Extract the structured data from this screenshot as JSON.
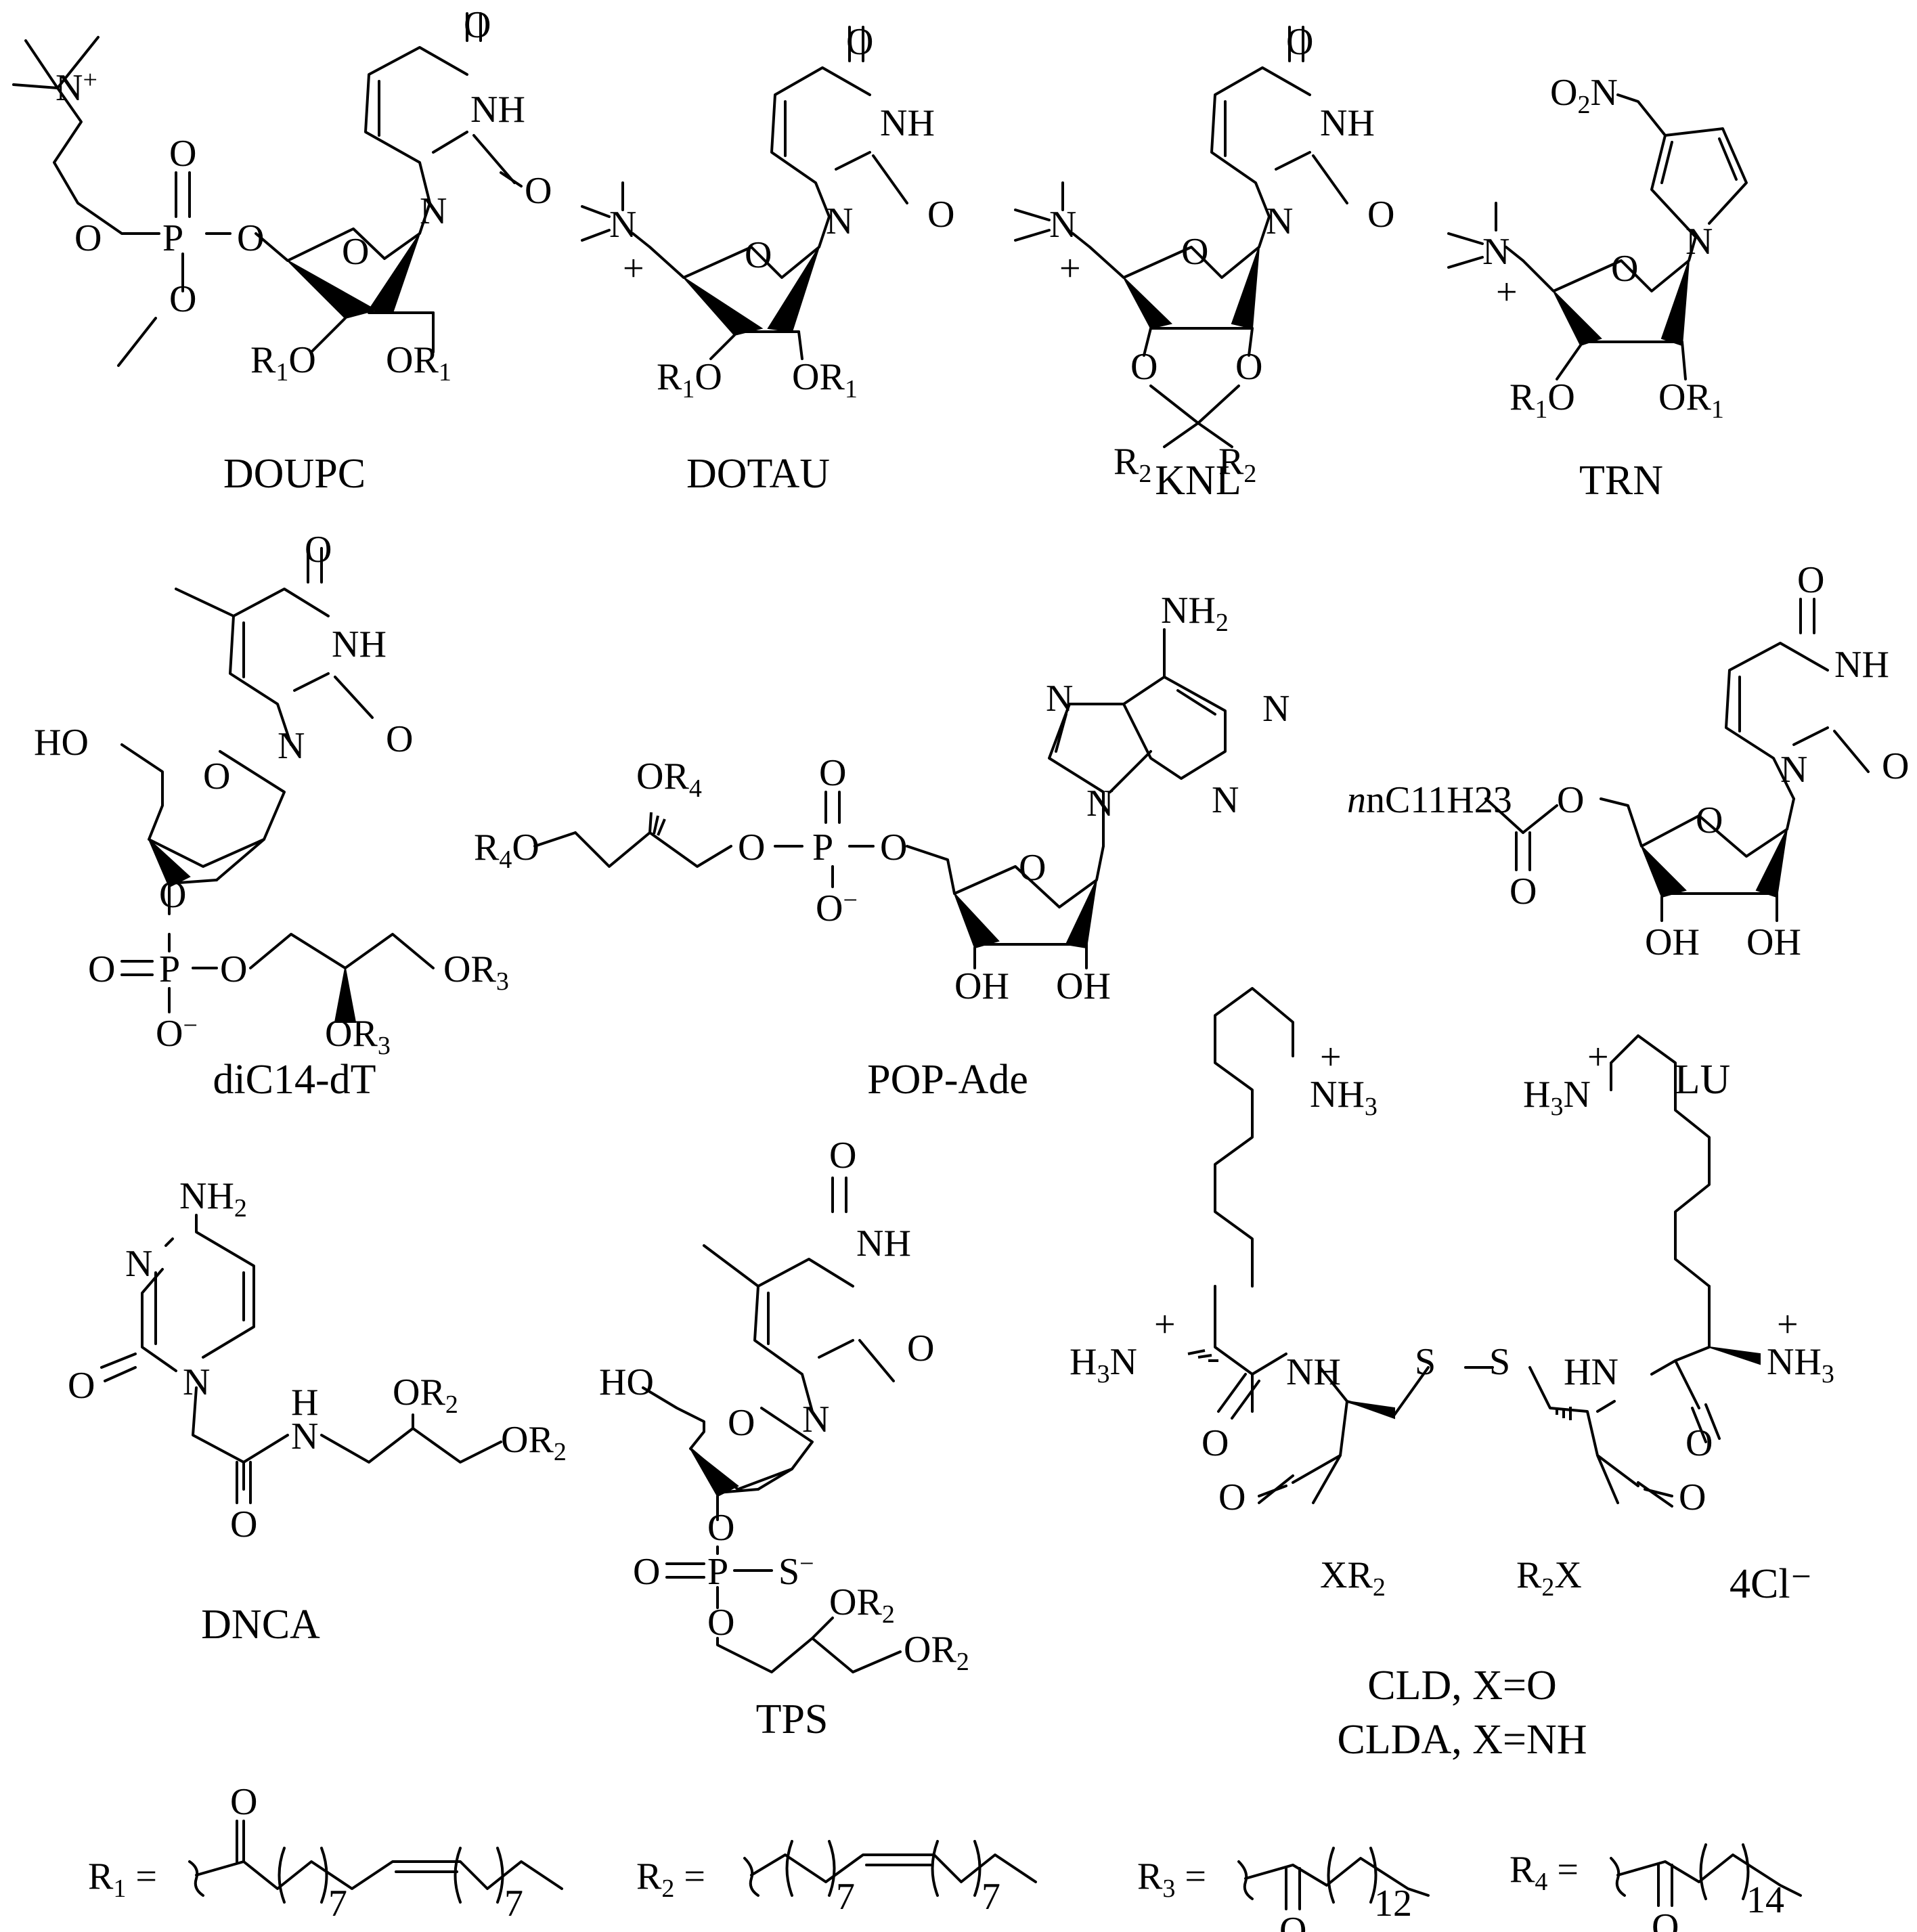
{
  "compounds": [
    {
      "id": "doupc",
      "label": "DOUPC"
    },
    {
      "id": "dotau",
      "label": "DOTAU"
    },
    {
      "id": "knl",
      "label": "KNL"
    },
    {
      "id": "trn",
      "label": "TRN"
    },
    {
      "id": "dic14dt",
      "label": "diC14-dT"
    },
    {
      "id": "popade",
      "label": "POP-Ade"
    },
    {
      "id": "lu",
      "label": "LU"
    },
    {
      "id": "dnca",
      "label": "DNCA"
    },
    {
      "id": "tps",
      "label": "TPS"
    },
    {
      "id": "cld",
      "label": "CLD, X=O"
    },
    {
      "id": "clda",
      "label": "CLDA, X=NH"
    }
  ],
  "counterion": "4Cl⁻",
  "atoms": {
    "O": "O",
    "N": "N",
    "P": "P",
    "S": "S",
    "NH": "NH",
    "HN": "HN",
    "HO": "HO",
    "OH": "OH",
    "H": "H",
    "NH2": "NH",
    "NH3": "NH",
    "H3N": "H",
    "X": "X"
  },
  "substituents": {
    "R1": {
      "label": "R",
      "index": "1",
      "repeat_a": "7",
      "repeat_b": "7"
    },
    "R2": {
      "label": "R",
      "index": "2",
      "repeat_a": "7",
      "repeat_b": "7"
    },
    "R3": {
      "label": "R",
      "index": "3",
      "repeat_a": "12"
    },
    "R4": {
      "label": "R",
      "index": "4",
      "repeat_a": "14"
    }
  },
  "lu_chain": "nC11H23"
}
